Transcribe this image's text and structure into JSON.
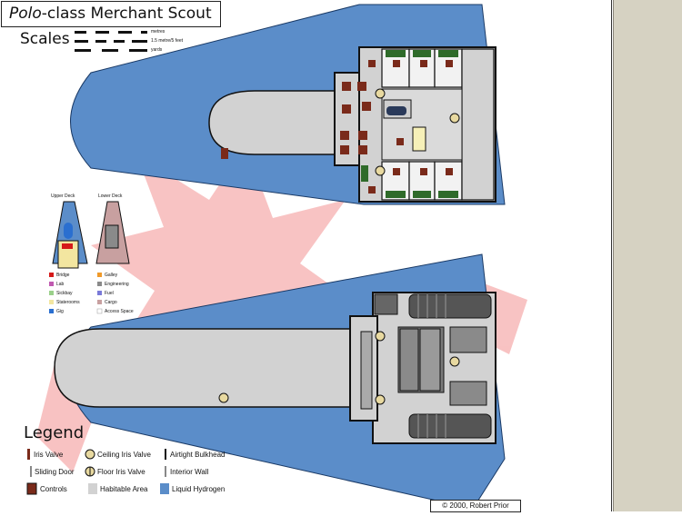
{
  "title": {
    "prefix": "Polo",
    "suffix": "-class Merchant Scout"
  },
  "scales": {
    "label": "Scales",
    "metres": "metres",
    "feet": "1.5 metre/5 feet",
    "yards": "yards"
  },
  "decks": {
    "upper": "Upper Deck",
    "lower": "Lower Deck"
  },
  "key": [
    {
      "label": "Bridge",
      "color": "#d51a1a"
    },
    {
      "label": "Lab",
      "color": "#c05ab0"
    },
    {
      "label": "Sickbay",
      "color": "#9ad08a"
    },
    {
      "label": "Staterooms",
      "color": "#f3e6a0"
    },
    {
      "label": "Gig",
      "color": "#2a6fd0"
    },
    {
      "label": "Galley",
      "color": "#f09a2a"
    },
    {
      "label": "Engineering",
      "color": "#8a8a8a"
    },
    {
      "label": "Fuel",
      "color": "#7a7ad8"
    },
    {
      "label": "Cargo",
      "color": "#c8a0a0"
    },
    {
      "label": "Access Space",
      "color": "#ffffff"
    }
  ],
  "legend": {
    "title": "Legend",
    "iris_valve": "Iris Valve",
    "ceiling_iris": "Ceiling Iris Valve",
    "bulkhead": "Airtight Bulkhead",
    "sliding_door": "Sliding Door",
    "floor_iris": "Floor Iris Valve",
    "interior_wall": "Interior Wall",
    "controls": "Controls",
    "habitable": "Habitable Area",
    "hydrogen": "Liquid Hydrogen"
  },
  "copyright": "© 2000, Robert Prior",
  "colors": {
    "hydrogen": "#5b8dc9",
    "habitable": "#d2d2d2",
    "wall": "#111111",
    "accent_watermark": "#f7b8b8",
    "green_room": "#2f6b2a",
    "brown_controls": "#7a2a1a",
    "panel": "#d6d2c2"
  }
}
